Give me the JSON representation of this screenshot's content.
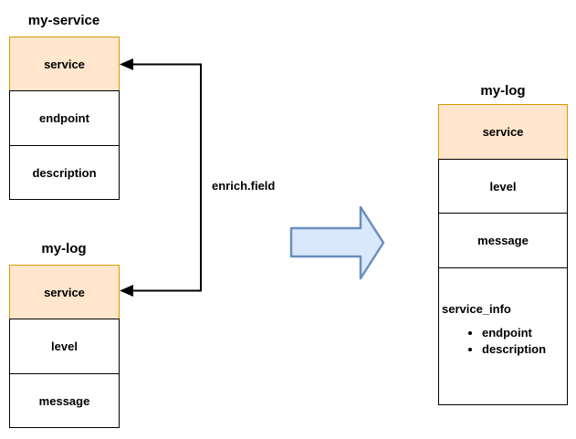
{
  "diagram": {
    "source_service_table": {
      "title": "my-service",
      "header": "service",
      "rows": [
        "endpoint",
        "description"
      ]
    },
    "source_log_table": {
      "title": "my-log",
      "header": "service",
      "rows": [
        "level",
        "message"
      ]
    },
    "enriched_log_table": {
      "title": "my-log",
      "header": "service",
      "rows": [
        "level",
        "message"
      ],
      "info_cell": {
        "label": "service_info",
        "bullets": [
          "endpoint",
          "description"
        ]
      }
    },
    "connector_label": "enrich.field",
    "colors": {
      "header_fill": "#ffe6cc",
      "header_border": "#d79b00",
      "cell_border": "#000000",
      "arrow_fill": "#dae8fc",
      "arrow_border": "#6c8ebf",
      "connector": "#000000"
    }
  }
}
